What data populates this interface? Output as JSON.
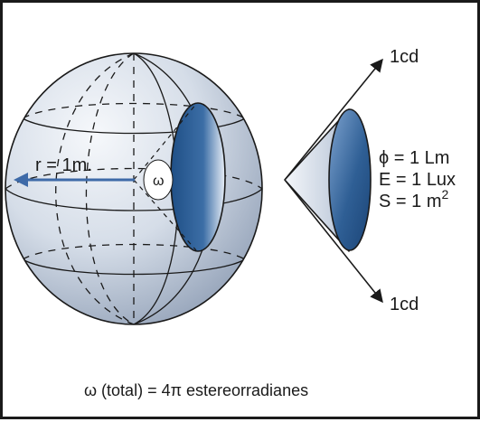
{
  "labels": {
    "radius": "r = 1m.",
    "omega": "ω",
    "top_cd": "1cd",
    "bottom_cd": "1cd",
    "flux": "ϕ = 1 Lm",
    "illuminance": "E = 1 Lux",
    "area_base": "S = 1 m",
    "area_exp": "2",
    "caption": "ω (total) = 4π estereorradianes"
  },
  "colors": {
    "sphere_light": "#eef2f7",
    "sphere_dark": "#9aa8bd",
    "hole_dark": "#2f5f95",
    "radius_arrow": "#3e6aa8",
    "line": "#1a1a1a"
  }
}
